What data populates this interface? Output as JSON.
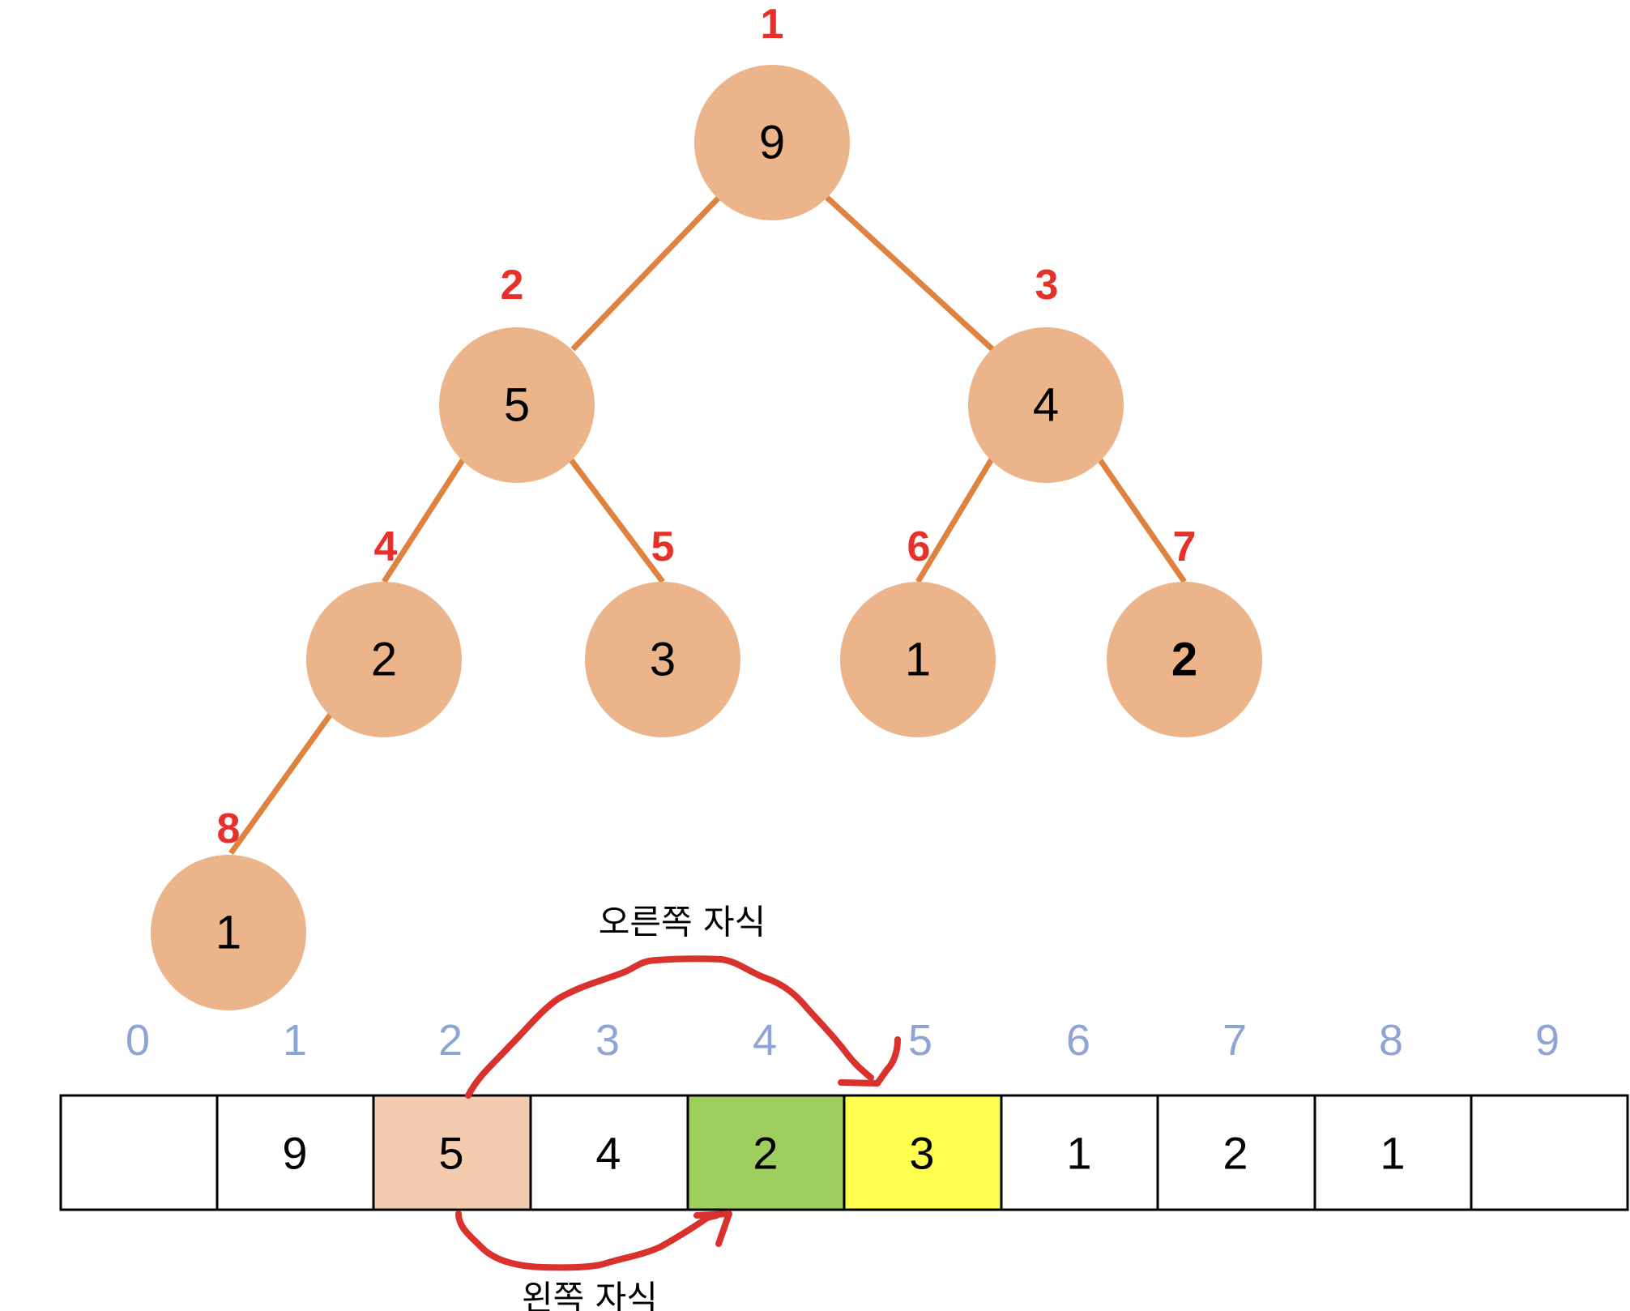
{
  "colors": {
    "node_fill": "#ebb48a",
    "edge": "#e0823f",
    "heap_index": "#e8302a",
    "array_index": "#8ea4d6",
    "arrow": "#d9312c",
    "cell_default": "#ffffff",
    "cell_parent": "#f3ccb0",
    "cell_left_child": "#9ece5e",
    "cell_right_child": "#ffff4f"
  },
  "tree": {
    "nodes": [
      {
        "index": "1",
        "value": "9"
      },
      {
        "index": "2",
        "value": "5"
      },
      {
        "index": "3",
        "value": "4"
      },
      {
        "index": "4",
        "value": "2"
      },
      {
        "index": "5",
        "value": "3"
      },
      {
        "index": "6",
        "value": "1"
      },
      {
        "index": "7",
        "value": "2"
      },
      {
        "index": "8",
        "value": "1"
      }
    ]
  },
  "array": {
    "cells": [
      {
        "index": "0",
        "value": "",
        "highlight": "none"
      },
      {
        "index": "1",
        "value": "9",
        "highlight": "none"
      },
      {
        "index": "2",
        "value": "5",
        "highlight": "parent"
      },
      {
        "index": "3",
        "value": "4",
        "highlight": "none"
      },
      {
        "index": "4",
        "value": "2",
        "highlight": "left"
      },
      {
        "index": "5",
        "value": "3",
        "highlight": "right"
      },
      {
        "index": "6",
        "value": "1",
        "highlight": "none"
      },
      {
        "index": "7",
        "value": "2",
        "highlight": "none"
      },
      {
        "index": "8",
        "value": "1",
        "highlight": "none"
      },
      {
        "index": "9",
        "value": "",
        "highlight": "none"
      }
    ]
  },
  "annotations": {
    "right_child_label": "오른쪽 자식",
    "left_child_label": "왼쪽 자식"
  }
}
